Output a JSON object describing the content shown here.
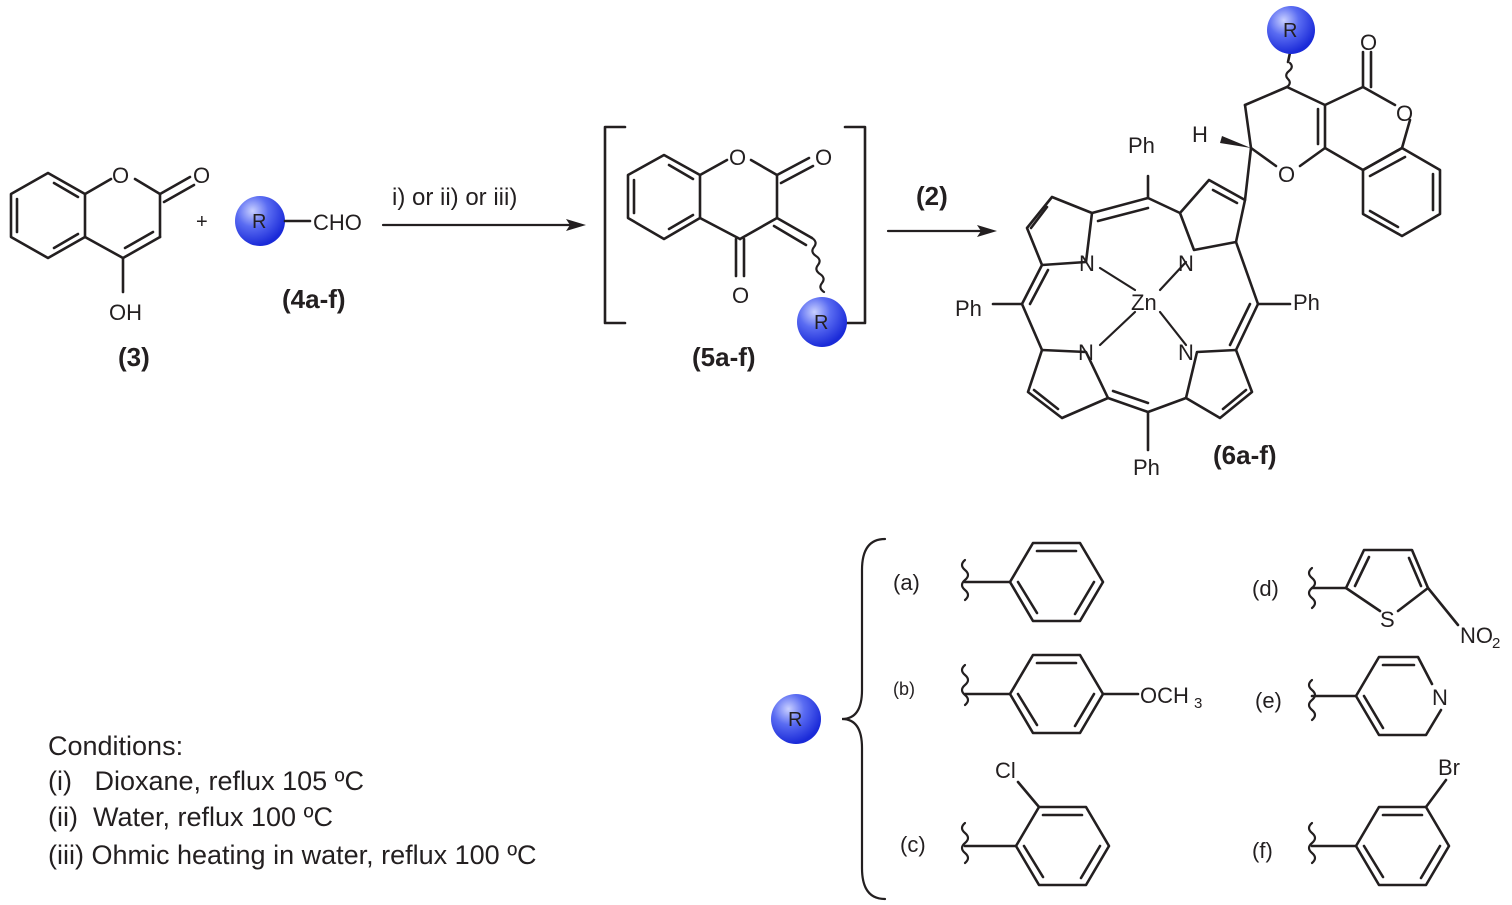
{
  "compounds": {
    "c3": "(3)",
    "c4": "(4a-f)",
    "c5": "(5a-f)",
    "c6": "(6a-f)"
  },
  "reagents": {
    "arrow1": "i) or ii) or iii)",
    "arrow2": "(2)",
    "plus": "+"
  },
  "atoms": {
    "O": "O",
    "OH": "OH",
    "CHO": "CHO",
    "R": "R",
    "N": "N",
    "Zn": "Zn",
    "Ph": "Ph",
    "H": "H",
    "S": "S",
    "Cl": "Cl",
    "Br": "Br",
    "OCH": "OCH",
    "three": "3",
    "NO": "NO",
    "two": "2"
  },
  "substituents": {
    "a": "(a)",
    "b": "(b)",
    "c": "(c)",
    "d": "(d)",
    "e": "(e)",
    "f": "(f)"
  },
  "conditions": {
    "title": "Conditions:",
    "items": [
      "(i)   Dioxane, reflux 105 ºC",
      "(ii)  Water, reflux 100 ºC",
      "(iii) Ohmic heating in water, reflux 100 ºC"
    ]
  },
  "colors": {
    "r_ball_light": "#9aa8ff",
    "r_ball_dark": "#1a2ad8",
    "ink": "#231f20"
  }
}
